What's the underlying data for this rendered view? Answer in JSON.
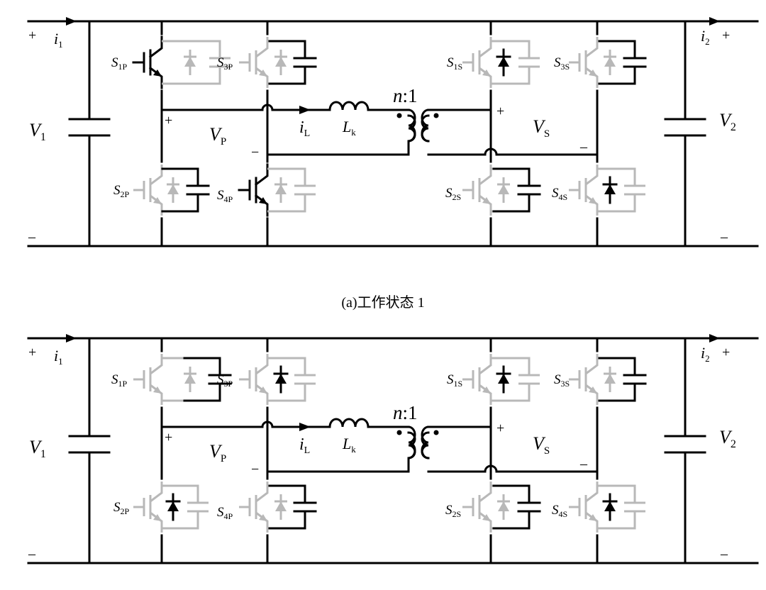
{
  "caption": "(a)工作状态 1",
  "labels": {
    "s1p": [
      "S",
      "1P"
    ],
    "s2p": [
      "S",
      "2P"
    ],
    "s3p": [
      "S",
      "3P"
    ],
    "s4p": [
      "S",
      "4P"
    ],
    "s1s": [
      "S",
      "1S"
    ],
    "s2s": [
      "S",
      "2S"
    ],
    "s3s": [
      "S",
      "3S"
    ],
    "s4s": [
      "S",
      "4S"
    ],
    "v1": [
      "V",
      "1"
    ],
    "v2": [
      "V",
      "2"
    ],
    "vp": [
      "V",
      "P"
    ],
    "vs": [
      "V",
      "S"
    ],
    "i1": [
      "i",
      "1"
    ],
    "i2": [
      "i",
      "2"
    ],
    "il": [
      "i",
      "L"
    ],
    "lk": [
      "L",
      "k"
    ],
    "ratio": [
      "n",
      ":1"
    ],
    "plus": "+",
    "minus": "−",
    "minus_short": "–"
  },
  "panels": [
    {
      "name": "state-1",
      "switches": {
        "s1p": "igbt",
        "s2p": "cap",
        "s3p": "cap",
        "s4p": "igbt",
        "s1s": "diode",
        "s2s": "cap",
        "s3s": "cap",
        "s4s": "diode"
      }
    },
    {
      "name": "state-2",
      "switches": {
        "s1p": "cap",
        "s2p": "diode",
        "s3p": "diode",
        "s4p": "cap",
        "s1s": "diode",
        "s2s": "cap",
        "s3s": "cap",
        "s4s": "diode"
      }
    }
  ],
  "colors": {
    "line": "#000000",
    "inactive": "#b8b8b8",
    "background": "#ffffff"
  }
}
